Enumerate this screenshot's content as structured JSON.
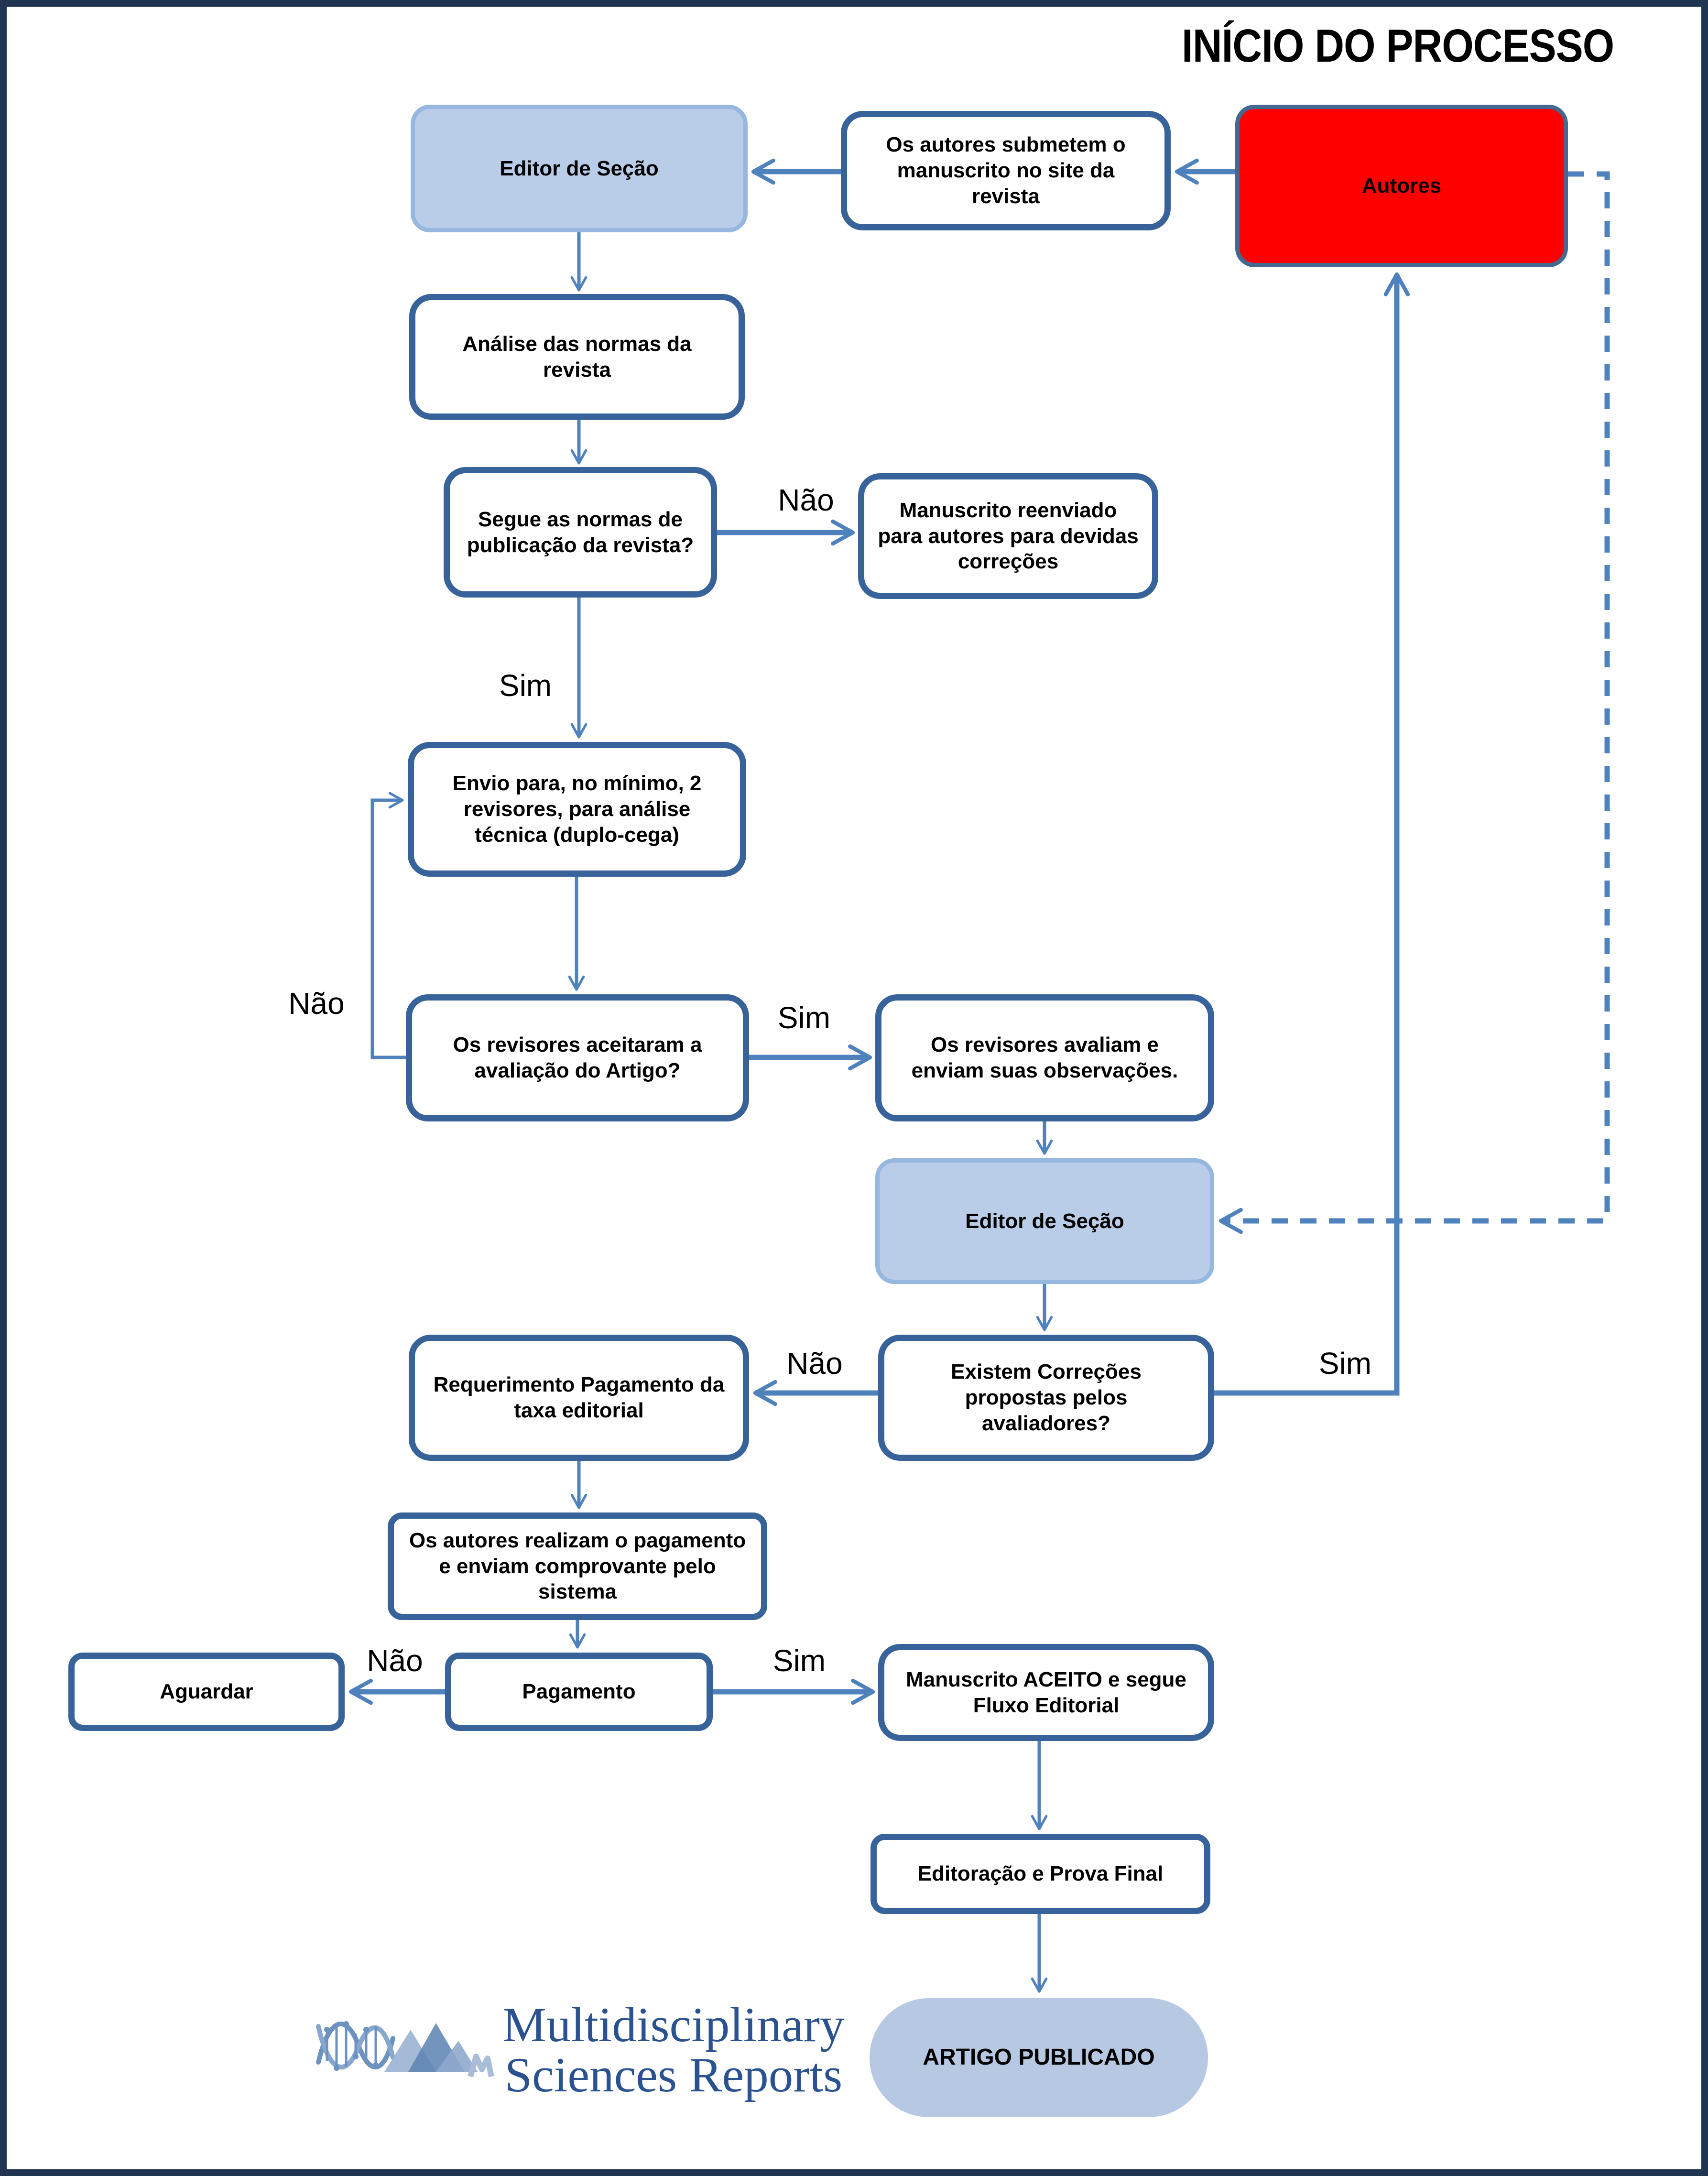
{
  "header": {
    "title": "INÍCIO DO PROCESSO"
  },
  "colors": {
    "connector": "#4f81bd",
    "node_border": "#38639a",
    "frame": "#1f3551",
    "light_fill": "#b9cde8",
    "light_border": "#95b7e0",
    "red_fill": "#fe0000",
    "red_border": "#44688f",
    "stadium_fill": "#b7c9e2",
    "logo_color": "#2b5290",
    "title_color": "#000000"
  },
  "nodes": {
    "editor1": {
      "label": "Editor de Seção",
      "type": "actor"
    },
    "submissao": {
      "label": "Os autores submetem o manuscrito no site da revista",
      "type": "process"
    },
    "autores": {
      "label": "Autores",
      "type": "actor-start"
    },
    "analise": {
      "label": "Análise das normas da revista",
      "type": "process"
    },
    "segue": {
      "label": "Segue as normas de publicação da revista?",
      "type": "decision"
    },
    "reenviado": {
      "label": "Manuscrito reenviado para autores para devidas correções",
      "type": "process"
    },
    "envio": {
      "label": "Envio para, no mínimo, 2 revisores, para análise técnica (duplo-cega)",
      "type": "process"
    },
    "aceitaram": {
      "label": "Os revisores aceitaram a avaliação do Artigo?",
      "type": "decision"
    },
    "avaliam": {
      "label": "Os revisores avaliam e enviam suas observações.",
      "type": "process"
    },
    "editor2": {
      "label": "Editor de Seção",
      "type": "actor"
    },
    "requerimento": {
      "label": "Requerimento Pagamento da taxa editorial",
      "type": "process"
    },
    "existem": {
      "label": "Existem Correções propostas pelos avaliadores?",
      "type": "decision"
    },
    "realizam": {
      "label": "Os autores realizam o pagamento e enviam comprovante pelo sistema",
      "type": "process"
    },
    "aguardar": {
      "label": "Aguardar",
      "type": "process"
    },
    "pagamento": {
      "label": "Pagamento",
      "type": "decision"
    },
    "aceito": {
      "label": "Manuscrito ACEITO e segue Fluxo Editorial",
      "type": "process"
    },
    "editoracao": {
      "label": "Editoração e Prova Final",
      "type": "process"
    },
    "artigo": {
      "label": "ARTIGO PUBLICADO",
      "type": "terminal"
    }
  },
  "edge_labels": {
    "nao1": "Não",
    "sim1": "Sim",
    "nao2": "Não",
    "sim2": "Sim",
    "nao3": "Não",
    "sim3": "Sim",
    "nao4": "Não",
    "sim4": "Sim"
  },
  "edges": [
    {
      "from": "autores",
      "to": "submissao",
      "label": ""
    },
    {
      "from": "submissao",
      "to": "editor1",
      "label": ""
    },
    {
      "from": "editor1",
      "to": "analise",
      "label": ""
    },
    {
      "from": "analise",
      "to": "segue",
      "label": ""
    },
    {
      "from": "segue",
      "to": "reenviado",
      "label": "Não"
    },
    {
      "from": "segue",
      "to": "envio",
      "label": "Sim"
    },
    {
      "from": "envio",
      "to": "aceitaram",
      "label": ""
    },
    {
      "from": "aceitaram",
      "to": "envio",
      "label": "Não"
    },
    {
      "from": "aceitaram",
      "to": "avaliam",
      "label": "Sim"
    },
    {
      "from": "avaliam",
      "to": "editor2",
      "label": ""
    },
    {
      "from": "editor2",
      "to": "existem",
      "label": ""
    },
    {
      "from": "existem",
      "to": "requerimento",
      "label": "Não"
    },
    {
      "from": "existem",
      "to": "autores",
      "label": "Sim"
    },
    {
      "from": "autores",
      "to": "editor2",
      "label": "",
      "style": "dashed"
    },
    {
      "from": "requerimento",
      "to": "realizam",
      "label": ""
    },
    {
      "from": "realizam",
      "to": "pagamento",
      "label": ""
    },
    {
      "from": "pagamento",
      "to": "aguardar",
      "label": "Não"
    },
    {
      "from": "pagamento",
      "to": "aceito",
      "label": "Sim"
    },
    {
      "from": "aceito",
      "to": "editoracao",
      "label": ""
    },
    {
      "from": "editoracao",
      "to": "artigo",
      "label": ""
    }
  ],
  "logo": {
    "line1": "Multidisciplinary",
    "line2": "Sciences Reports"
  }
}
